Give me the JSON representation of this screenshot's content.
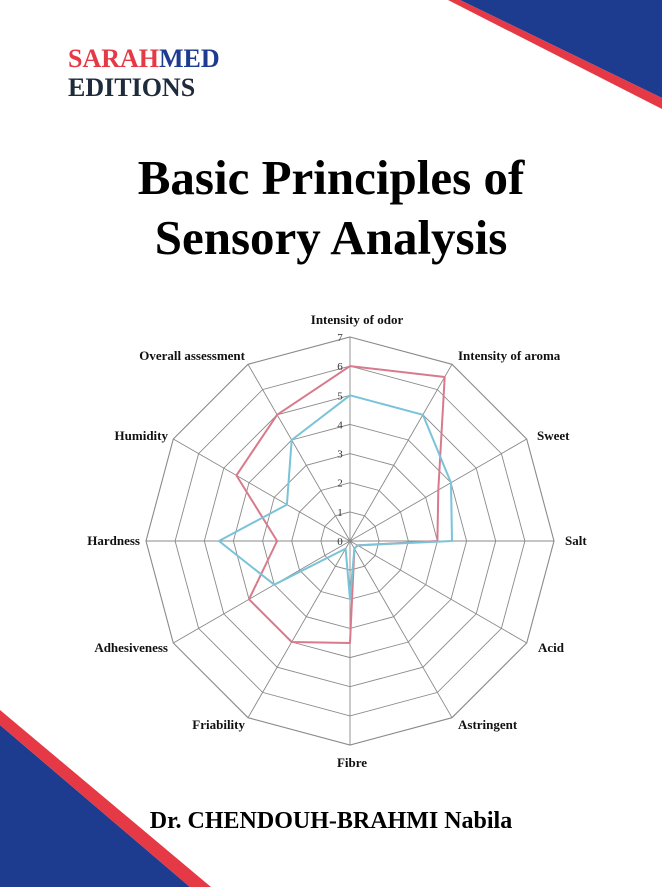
{
  "publisher": {
    "name_part1": "SARAH",
    "name_part2": "MED",
    "line2": "EDITIONS",
    "color_part1": "#e63946",
    "color_part2": "#1d3c8f"
  },
  "title": {
    "line1": "Basic Principles of",
    "line2": "Sensory Analysis"
  },
  "author": "Dr. CHENDOUH-BRAHMI Nabila",
  "decoration_colors": {
    "blue": "#1d3c8f",
    "red": "#e63946"
  },
  "chart_data": {
    "type": "radar",
    "title": "",
    "categories": [
      "Intensity of odor",
      "Intensity of aroma",
      "Sweet",
      "Salt",
      "Acid",
      "Astringent",
      "Fibre",
      "Friability",
      "Adhesiveness",
      "Hardness",
      "Humidity",
      "Overall assessment"
    ],
    "rlim": [
      0,
      7
    ],
    "ticks": [
      0,
      1,
      2,
      3,
      4,
      5,
      6,
      7
    ],
    "grid": true,
    "series": [
      {
        "color": "#d97a8c",
        "values": [
          6.0,
          6.5,
          3.5,
          3.0,
          0.3,
          0.3,
          3.5,
          4.0,
          4.0,
          2.5,
          4.5,
          5.0
        ]
      },
      {
        "color": "#7ac3d8",
        "values": [
          5.0,
          5.0,
          4.0,
          3.5,
          0.3,
          0.3,
          2.0,
          0.3,
          3.0,
          4.5,
          2.5,
          4.0
        ]
      }
    ]
  }
}
